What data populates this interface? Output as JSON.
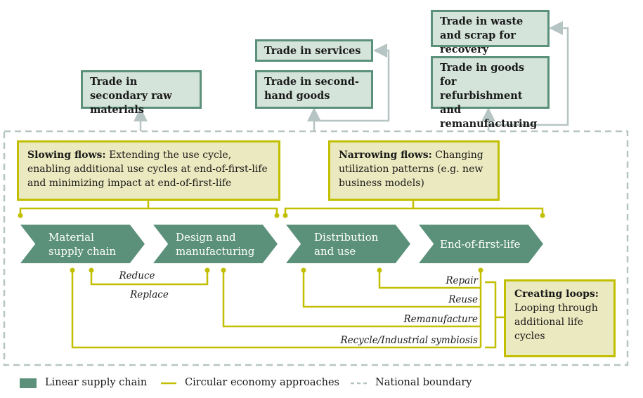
{
  "trade_boxes": {
    "secondary_raw": "Trade in secondary raw materials",
    "services": "Trade in services",
    "second_hand": "Trade in second-hand goods",
    "waste_scrap": "Trade in waste and scrap for recovery",
    "refurbishment": "Trade in goods for refurbishment and remanufacturing"
  },
  "slowing": {
    "title": "Slowing flows:",
    "text": "Extending the use cycle, enabling additional use cycles at end-of-first-life and minimizing impact at end-of-first-life"
  },
  "narrowing": {
    "title": "Narrowing flows:",
    "text": "Changing utilization patterns (e.g. new business models)"
  },
  "loops": {
    "title": "Creating loops:",
    "text": "Looping through additional life cycles"
  },
  "stages": [
    "Material supply chain",
    "Design and manufacturing",
    "Distribution and use",
    "End-of-first-life"
  ],
  "approaches": {
    "reduce": "Reduce",
    "replace": "Replace",
    "repair": "Repair",
    "reuse": "Reuse",
    "remanufacture": "Remanufacture",
    "recycle": "Recycle/Industrial symbiosis"
  },
  "legend": {
    "linear": "Linear supply chain",
    "circular": "Circular economy approaches",
    "boundary": "National boundary"
  },
  "colors": {
    "green": "#5b917a",
    "olive": "#c2be00",
    "gray": "#b7c4c4"
  }
}
